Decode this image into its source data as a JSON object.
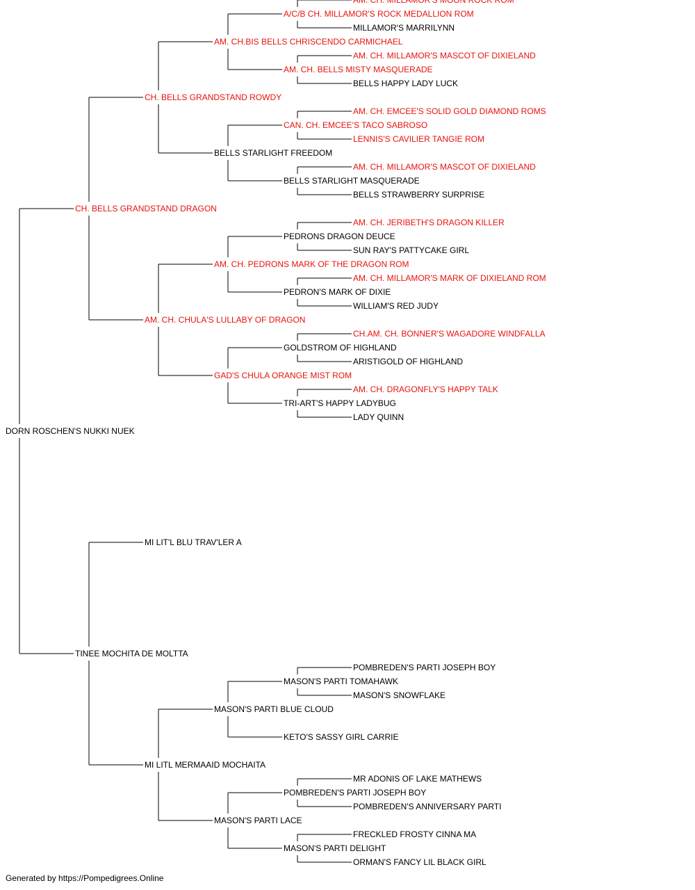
{
  "colors": {
    "champion": "#e8120c",
    "normal": "#000000",
    "line": "#000000"
  },
  "footer": "Generated by https://Pompedigrees.Online",
  "pedigree": {
    "name": "DORN ROSCHEN'S NUKKI NUEK",
    "champion": false,
    "sire": {
      "name": "CH. BELLS GRANDSTAND DRAGON",
      "champion": true,
      "sire": {
        "name": "CH. BELLS GRANDSTAND ROWDY",
        "champion": true,
        "sire": {
          "name": "AM. CH.BIS BELLS CHRISCENDO CARMICHAEL",
          "champion": true,
          "sire": {
            "name": "A/C/B CH. MILLAMOR'S ROCK MEDALLION ROM",
            "champion": true,
            "sire": {
              "name": "AM. CH. MILLAMOR'S MOON ROCK ROM",
              "champion": true
            },
            "dam": {
              "name": "MILLAMOR'S MARRILYNN",
              "champion": false
            }
          },
          "dam": {
            "name": "AM. CH. BELLS MISTY MASQUERADE",
            "champion": true,
            "sire": {
              "name": "AM. CH. MILLAMOR'S MASCOT OF DIXIELAND",
              "champion": true
            },
            "dam": {
              "name": "BELLS HAPPY LADY LUCK",
              "champion": false
            }
          }
        },
        "dam": {
          "name": "BELLS STARLIGHT FREEDOM",
          "champion": false,
          "sire": {
            "name": "CAN. CH. EMCEE'S TACO SABROSO",
            "champion": true,
            "sire": {
              "name": "AM. CH. EMCEE'S SOLID GOLD DIAMOND ROMS",
              "champion": true
            },
            "dam": {
              "name": "LENNIS'S CAVILIER TANGIE ROM",
              "champion": true
            }
          },
          "dam": {
            "name": "BELLS STARLIGHT MASQUERADE",
            "champion": false,
            "sire": {
              "name": "AM. CH. MILLAMOR'S MASCOT OF DIXIELAND",
              "champion": true
            },
            "dam": {
              "name": "BELLS STRAWBERRY SURPRISE",
              "champion": false
            }
          }
        }
      },
      "dam": {
        "name": "AM. CH. CHULA'S LULLABY OF DRAGON",
        "champion": true,
        "sire": {
          "name": "AM. CH. PEDRONS MARK OF THE DRAGON ROM",
          "champion": true,
          "sire": {
            "name": "PEDRONS DRAGON DEUCE",
            "champion": false,
            "sire": {
              "name": "AM. CH. JERIBETH'S DRAGON KILLER",
              "champion": true
            },
            "dam": {
              "name": "SUN RAY'S PATTYCAKE GIRL",
              "champion": false
            }
          },
          "dam": {
            "name": "PEDRON'S MARK OF DIXIE",
            "champion": false,
            "sire": {
              "name": "AM. CH. MILLAMOR'S MARK OF DIXIELAND ROM",
              "champion": true
            },
            "dam": {
              "name": "WILLIAM'S RED JUDY",
              "champion": false
            }
          }
        },
        "dam": {
          "name": "GAD'S CHULA ORANGE MIST ROM",
          "champion": true,
          "sire": {
            "name": "GOLDSTROM OF HIGHLAND",
            "champion": false,
            "sire": {
              "name": "CH.AM. CH. BONNER'S WAGADORE WINDFALLA",
              "champion": true
            },
            "dam": {
              "name": "ARISTIGOLD OF HIGHLAND",
              "champion": false
            }
          },
          "dam": {
            "name": "TRI-ART'S HAPPY LADYBUG",
            "champion": false,
            "sire": {
              "name": "AM. CH. DRAGONFLY'S HAPPY TALK",
              "champion": true
            },
            "dam": {
              "name": "LADY QUINN",
              "champion": false
            }
          }
        }
      }
    },
    "dam": {
      "name": "TINEE MOCHITA DE MOLTTA",
      "champion": false,
      "sire": {
        "name": "MI LIT'L BLU TRAV'LER A",
        "champion": false
      },
      "dam": {
        "name": "MI LITL MERMAAID MOCHAITA",
        "champion": false,
        "sire": {
          "name": "MASON'S PARTI BLUE CLOUD",
          "champion": false,
          "sire": {
            "name": "MASON'S PARTI TOMAHAWK",
            "champion": false,
            "sire": {
              "name": "POMBREDEN'S PARTI JOSEPH BOY",
              "champion": false
            },
            "dam": {
              "name": "MASON'S SNOWFLAKE",
              "champion": false
            }
          },
          "dam": {
            "name": "KETO'S SASSY GIRL CARRIE",
            "champion": false
          }
        },
        "dam": {
          "name": "MASON'S PARTI LACE",
          "champion": false,
          "sire": {
            "name": "POMBREDEN'S PARTI JOSEPH BOY",
            "champion": false,
            "sire": {
              "name": "MR ADONIS OF LAKE MATHEWS",
              "champion": false
            },
            "dam": {
              "name": "POMBREDEN'S ANNIVERSARY PARTI",
              "champion": false
            }
          },
          "dam": {
            "name": "MASON'S PARTI DELIGHT",
            "champion": false,
            "sire": {
              "name": "FRECKLED FROSTY CINNA MA",
              "champion": false
            },
            "dam": {
              "name": "ORMAN'S FANCY LIL BLACK GIRL",
              "champion": false
            }
          }
        }
      }
    }
  }
}
